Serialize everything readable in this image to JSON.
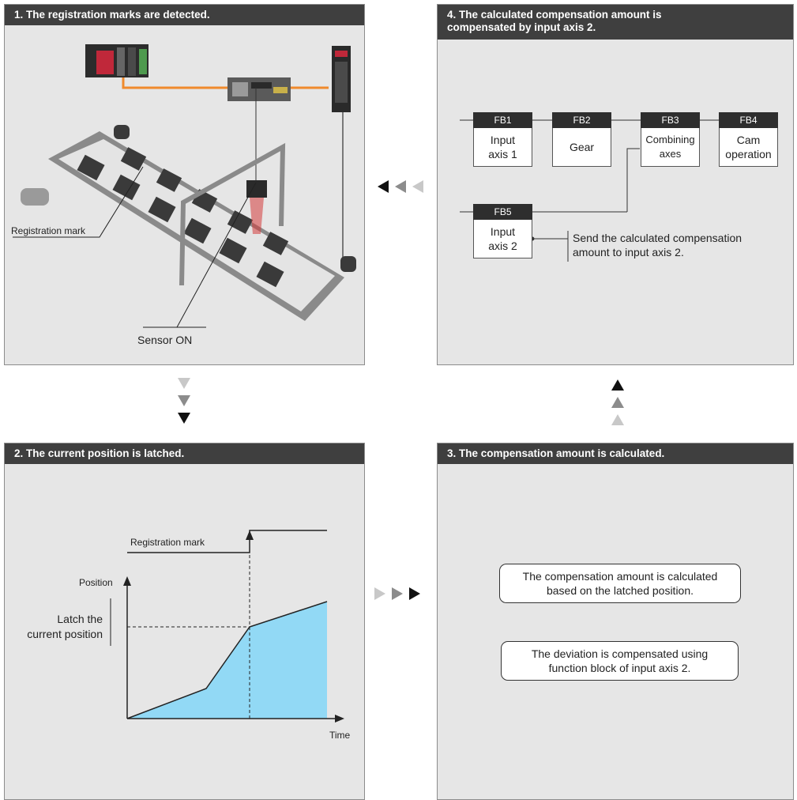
{
  "panels": {
    "p1": {
      "title": "1. The registration marks are detected.",
      "registration_mark": "Registration mark",
      "sensor_on": "Sensor ON"
    },
    "p2": {
      "title": "2. The current position is latched.",
      "registration_mark": "Registration mark",
      "y_label": "Position",
      "x_label": "Time",
      "latch_line1": "Latch the",
      "latch_line2": "current position"
    },
    "p3": {
      "title": "3. The compensation amount is calculated.",
      "callout1_line1": "The compensation amount is calculated",
      "callout1_line2": "based on the latched position.",
      "callout2_line1": "The deviation is compensated using",
      "callout2_line2": "function block of input axis 2."
    },
    "p4": {
      "title_line1": "4. The calculated compensation amount is",
      "title_line2": "compensated by input axis 2.",
      "blocks": [
        {
          "id": "FB1",
          "line1": "Input",
          "line2": "axis 1"
        },
        {
          "id": "FB2",
          "line1": "Gear",
          "line2": ""
        },
        {
          "id": "FB3",
          "line1": "Combining",
          "line2": "axes"
        },
        {
          "id": "FB4",
          "line1": "Cam",
          "line2": "operation"
        },
        {
          "id": "FB5",
          "line1": "Input",
          "line2": "axis 2"
        }
      ],
      "note_line1": "Send the calculated compensation",
      "note_line2": "amount to input axis 2."
    }
  },
  "colors": {
    "header_bg": "#3f3f3f",
    "panel_bg": "#e6e6e6",
    "graph_fill": "#92d9f5",
    "network_line": "#f08a2c",
    "sensor_beam": "#d43a3a"
  }
}
